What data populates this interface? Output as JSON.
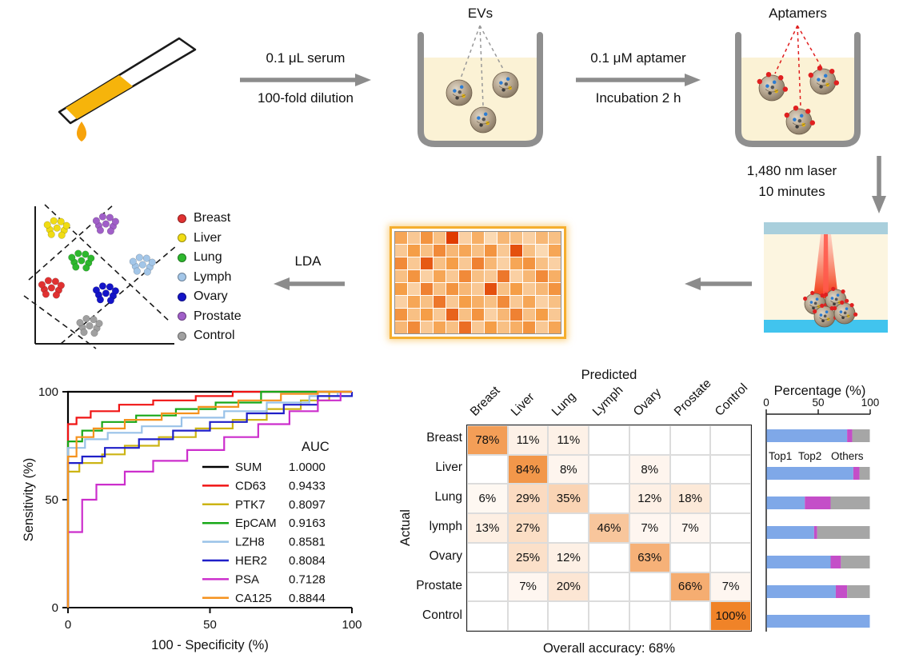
{
  "figure": {
    "workflow": {
      "evs_label": "EVs",
      "aptamers_label": "Aptamers",
      "serum_arrow": {
        "top": "0.1 μL serum",
        "bottom": "100-fold dilution"
      },
      "aptamer_arrow": {
        "top": "0.1 μM aptamer",
        "bottom": "Incubation 2 h"
      },
      "laser_step": {
        "line1": "1,480 nm laser",
        "line2": "10 minutes"
      },
      "lda_arrow_label": "LDA"
    },
    "classes": [
      {
        "label": "Breast",
        "color": "#E03131"
      },
      {
        "label": "Liver",
        "color": "#F0DC14"
      },
      {
        "label": "Lung",
        "color": "#2EB82E"
      },
      {
        "label": "Lymph",
        "color": "#A3C6E8"
      },
      {
        "label": "Ovary",
        "color": "#1414C8"
      },
      {
        "label": "Prostate",
        "color": "#A05FC8"
      },
      {
        "label": "Control",
        "color": "#A0A0A0"
      }
    ]
  },
  "chart_data": [
    {
      "id": "lda_scatter",
      "type": "scatter",
      "title": "LDA cluster sketch",
      "clusters": [
        {
          "label": "Breast",
          "color": "#E03131",
          "center": [
            12,
            60
          ]
        },
        {
          "label": "Liver",
          "color": "#F0DC14",
          "center": [
            16,
            16
          ]
        },
        {
          "label": "Lung",
          "color": "#2EB82E",
          "center": [
            34,
            40
          ]
        },
        {
          "label": "Lymph",
          "color": "#A3C6E8",
          "center": [
            79,
            43
          ]
        },
        {
          "label": "Ovary",
          "color": "#1414C8",
          "center": [
            52,
            64
          ]
        },
        {
          "label": "Prostate",
          "color": "#A05FC8",
          "center": [
            52,
            13
          ]
        },
        {
          "label": "Control",
          "color": "#A0A0A0",
          "center": [
            40,
            88
          ]
        }
      ]
    },
    {
      "id": "signal_heatmap",
      "type": "heatmap",
      "rows": 8,
      "cols": 13,
      "color_low": "#FDF2E0",
      "color_mid": "#F59E47",
      "color_high": "#E03C00",
      "values": [
        [
          0.45,
          0.25,
          0.55,
          0.3,
          1.0,
          0.2,
          0.4,
          0.15,
          0.35,
          0.3,
          0.2,
          0.35,
          0.3
        ],
        [
          0.25,
          0.5,
          0.3,
          0.6,
          0.35,
          0.45,
          0.3,
          0.55,
          0.25,
          0.9,
          0.3,
          0.15,
          0.45
        ],
        [
          0.6,
          0.25,
          0.85,
          0.3,
          0.5,
          0.25,
          0.65,
          0.35,
          0.2,
          0.45,
          0.55,
          0.3,
          0.2
        ],
        [
          0.3,
          0.55,
          0.2,
          0.45,
          0.25,
          0.6,
          0.3,
          0.25,
          0.7,
          0.2,
          0.35,
          0.6,
          0.4
        ],
        [
          0.5,
          0.2,
          0.65,
          0.3,
          0.55,
          0.35,
          0.25,
          0.9,
          0.3,
          0.5,
          0.25,
          0.35,
          0.55
        ],
        [
          0.2,
          0.45,
          0.3,
          0.7,
          0.25,
          0.5,
          0.4,
          0.3,
          0.6,
          0.25,
          0.45,
          0.2,
          0.3
        ],
        [
          0.55,
          0.3,
          0.5,
          0.25,
          0.8,
          0.3,
          0.55,
          0.2,
          0.35,
          0.65,
          0.3,
          0.5,
          0.25
        ],
        [
          0.35,
          0.6,
          0.25,
          0.45,
          0.3,
          0.75,
          0.25,
          0.5,
          0.3,
          0.4,
          0.55,
          0.25,
          0.45
        ]
      ]
    },
    {
      "id": "roc",
      "type": "line",
      "xlabel": "100 - Specificity (%)",
      "ylabel": "Sensitivity (%)",
      "xlim": [
        0,
        100
      ],
      "ylim": [
        0,
        100
      ],
      "xticks": [
        0,
        50,
        100
      ],
      "yticks": [
        0,
        50,
        100
      ],
      "legend_title": "AUC",
      "series": [
        {
          "name": "SUM",
          "auc": "1.0000",
          "color": "#000000",
          "points": [
            [
              0,
              0
            ],
            [
              0,
              100
            ],
            [
              100,
              100
            ]
          ]
        },
        {
          "name": "CD63",
          "auc": "0.9433",
          "color": "#F01414",
          "points": [
            [
              0,
              0
            ],
            [
              0,
              85
            ],
            [
              3,
              85
            ],
            [
              3,
              88
            ],
            [
              8,
              88
            ],
            [
              8,
              91
            ],
            [
              18,
              91
            ],
            [
              18,
              94
            ],
            [
              30,
              94
            ],
            [
              30,
              96
            ],
            [
              45,
              96
            ],
            [
              45,
              98
            ],
            [
              58,
              98
            ],
            [
              58,
              100
            ],
            [
              100,
              100
            ]
          ]
        },
        {
          "name": "PTK7",
          "auc": "0.8097",
          "color": "#CCB414",
          "points": [
            [
              0,
              0
            ],
            [
              0,
              63
            ],
            [
              4,
              63
            ],
            [
              4,
              67
            ],
            [
              12,
              67
            ],
            [
              12,
              71
            ],
            [
              20,
              71
            ],
            [
              20,
              75
            ],
            [
              32,
              75
            ],
            [
              32,
              79
            ],
            [
              45,
              79
            ],
            [
              45,
              83
            ],
            [
              58,
              83
            ],
            [
              58,
              87
            ],
            [
              70,
              87
            ],
            [
              70,
              92
            ],
            [
              82,
              92
            ],
            [
              82,
              96
            ],
            [
              92,
              96
            ],
            [
              92,
              100
            ],
            [
              100,
              100
            ]
          ]
        },
        {
          "name": "EpCAM",
          "auc": "0.9163",
          "color": "#18A818",
          "points": [
            [
              0,
              0
            ],
            [
              0,
              77
            ],
            [
              5,
              77
            ],
            [
              5,
              82
            ],
            [
              12,
              82
            ],
            [
              12,
              86
            ],
            [
              24,
              86
            ],
            [
              24,
              89
            ],
            [
              38,
              89
            ],
            [
              38,
              92
            ],
            [
              52,
              92
            ],
            [
              52,
              95
            ],
            [
              68,
              95
            ],
            [
              68,
              100
            ],
            [
              100,
              100
            ]
          ]
        },
        {
          "name": "LZH8",
          "auc": "0.8581",
          "color": "#99C2E8",
          "points": [
            [
              0,
              0
            ],
            [
              0,
              74
            ],
            [
              6,
              74
            ],
            [
              6,
              78
            ],
            [
              14,
              78
            ],
            [
              14,
              81
            ],
            [
              26,
              81
            ],
            [
              26,
              84
            ],
            [
              40,
              84
            ],
            [
              40,
              88
            ],
            [
              55,
              88
            ],
            [
              55,
              91
            ],
            [
              70,
              91
            ],
            [
              70,
              95
            ],
            [
              85,
              95
            ],
            [
              85,
              98
            ],
            [
              95,
              98
            ],
            [
              95,
              100
            ],
            [
              100,
              100
            ]
          ]
        },
        {
          "name": "HER2",
          "auc": "0.8084",
          "color": "#1F1FC8",
          "points": [
            [
              0,
              0
            ],
            [
              0,
              67
            ],
            [
              5,
              67
            ],
            [
              5,
              70
            ],
            [
              13,
              70
            ],
            [
              13,
              74
            ],
            [
              25,
              74
            ],
            [
              25,
              78
            ],
            [
              37,
              78
            ],
            [
              37,
              82
            ],
            [
              50,
              82
            ],
            [
              50,
              86
            ],
            [
              63,
              86
            ],
            [
              63,
              90
            ],
            [
              76,
              90
            ],
            [
              76,
              94
            ],
            [
              88,
              94
            ],
            [
              88,
              98
            ],
            [
              100,
              98
            ],
            [
              100,
              100
            ]
          ]
        },
        {
          "name": "PSA",
          "auc": "0.7128",
          "color": "#CC2ECC",
          "points": [
            [
              0,
              0
            ],
            [
              0,
              35
            ],
            [
              5,
              35
            ],
            [
              5,
              50
            ],
            [
              10,
              50
            ],
            [
              10,
              57
            ],
            [
              20,
              57
            ],
            [
              20,
              63
            ],
            [
              30,
              63
            ],
            [
              30,
              68
            ],
            [
              42,
              68
            ],
            [
              42,
              73
            ],
            [
              55,
              73
            ],
            [
              55,
              79
            ],
            [
              67,
              79
            ],
            [
              67,
              85
            ],
            [
              78,
              85
            ],
            [
              78,
              91
            ],
            [
              88,
              91
            ],
            [
              88,
              96
            ],
            [
              96,
              96
            ],
            [
              96,
              100
            ],
            [
              100,
              100
            ]
          ]
        },
        {
          "name": "CA125",
          "auc": "0.8844",
          "color": "#F5921E",
          "points": [
            [
              0,
              0
            ],
            [
              0,
              70
            ],
            [
              3,
              70
            ],
            [
              3,
              79
            ],
            [
              9,
              79
            ],
            [
              9,
              83
            ],
            [
              20,
              83
            ],
            [
              20,
              87
            ],
            [
              33,
              87
            ],
            [
              33,
              90
            ],
            [
              46,
              90
            ],
            [
              46,
              93
            ],
            [
              60,
              93
            ],
            [
              60,
              96
            ],
            [
              75,
              96
            ],
            [
              75,
              99
            ],
            [
              88,
              99
            ],
            [
              88,
              100
            ],
            [
              100,
              100
            ]
          ]
        }
      ]
    },
    {
      "id": "confusion_matrix",
      "type": "heatmap",
      "axis_top": "Predicted",
      "axis_left": "Actual",
      "columns": [
        "Breast",
        "Liver",
        "Lung",
        "Lymph",
        "Ovary",
        "Prostate",
        "Control"
      ],
      "rows": [
        "Breast",
        "Liver",
        "Lung",
        "lymph",
        "Ovary",
        "Prostate",
        "Control"
      ],
      "values_pct": [
        [
          78,
          11,
          11,
          null,
          null,
          null,
          null
        ],
        [
          null,
          84,
          8,
          null,
          8,
          null,
          null
        ],
        [
          6,
          29,
          35,
          null,
          12,
          18,
          null
        ],
        [
          13,
          27,
          null,
          46,
          7,
          7,
          null
        ],
        [
          null,
          25,
          12,
          null,
          63,
          null,
          null
        ],
        [
          null,
          7,
          20,
          null,
          null,
          66,
          7
        ],
        [
          null,
          null,
          null,
          null,
          null,
          null,
          100
        ]
      ],
      "max_color": "#F08328",
      "footer": "Overall accuracy: 68%"
    },
    {
      "id": "percentage_bars",
      "type": "bar",
      "orientation": "horizontal",
      "stacked": true,
      "title": "Percentage (%)",
      "xlim": [
        0,
        100
      ],
      "xticks": [
        0,
        50,
        100
      ],
      "categories": [
        "Breast",
        "Liver",
        "Lung",
        "lymph",
        "Ovary",
        "Prostate",
        "Control"
      ],
      "series": [
        {
          "name": "Top1",
          "color": "#7FA8E8",
          "values": [
            78,
            84,
            37,
            46,
            62,
            67,
            100
          ]
        },
        {
          "name": "Top2",
          "color": "#C44EC8",
          "values": [
            5,
            6,
            25,
            3,
            10,
            11,
            0
          ]
        },
        {
          "name": "Others",
          "color": "#A6A6A6",
          "values": [
            17,
            10,
            38,
            51,
            28,
            22,
            0
          ]
        }
      ]
    }
  ]
}
